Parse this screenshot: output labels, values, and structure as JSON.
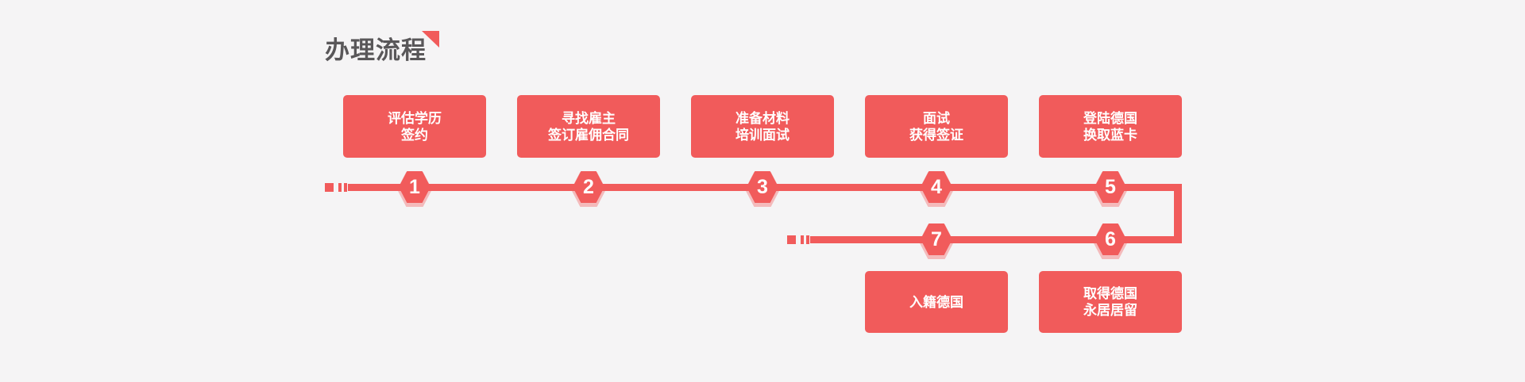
{
  "title": {
    "text": "办理流程"
  },
  "colors": {
    "primary": "#f15b5b",
    "halo": "rgba(241,91,91,0.38)",
    "background": "#f5f4f5",
    "title_text": "#595759",
    "box_text": "#ffffff"
  },
  "steps": [
    {
      "number": "1",
      "line1": "评估学历",
      "line2": "签约"
    },
    {
      "number": "2",
      "line1": "寻找雇主",
      "line2": "签订雇佣合同"
    },
    {
      "number": "3",
      "line1": "准备材料",
      "line2": "培训面试"
    },
    {
      "number": "4",
      "line1": "面试",
      "line2": "获得签证"
    },
    {
      "number": "5",
      "line1": "登陆德国",
      "line2": "换取蓝卡"
    },
    {
      "number": "6",
      "line1": "取得德国",
      "line2": "永居居留"
    },
    {
      "number": "7",
      "line1": "入籍德国",
      "line2": ""
    }
  ],
  "flow_sequence": "1 → 2 → 3 → 4 → 5 → 6 → 7"
}
